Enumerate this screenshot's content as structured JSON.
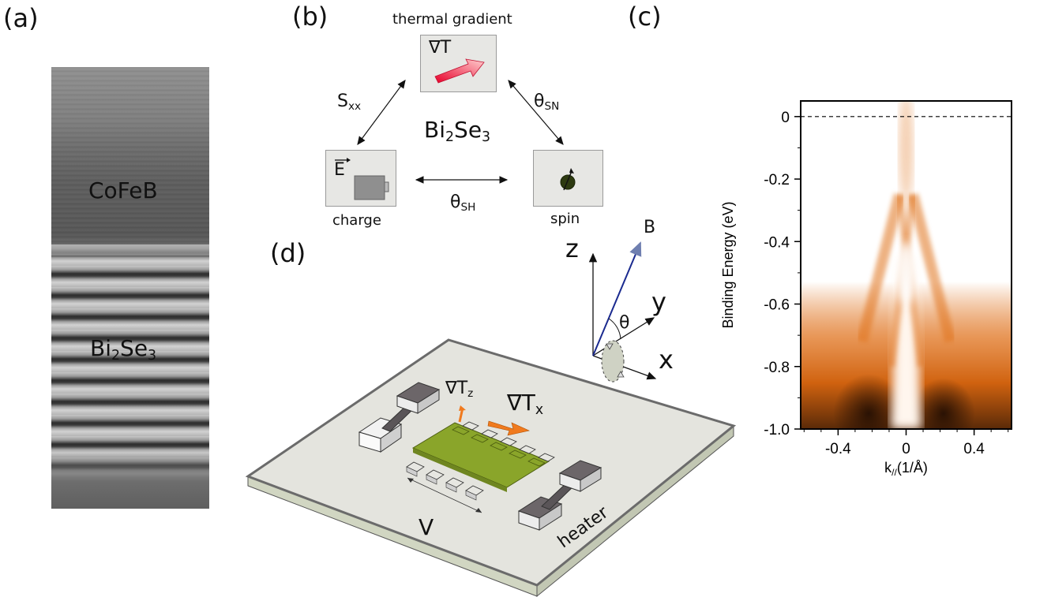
{
  "panels": {
    "a": "(a)",
    "b": "(b)",
    "c": "(c)",
    "d": "(d)"
  },
  "panel_a": {
    "layer_top": "CoFeB",
    "layer_bottom_main": "Bi",
    "layer_bottom_sub1": "2",
    "layer_bottom_mid": "Se",
    "layer_bottom_sub2": "3"
  },
  "panel_b": {
    "thermal_label": "thermal gradient",
    "thermal_symbol": "∇T",
    "charge_label": "charge",
    "charge_symbol": "E",
    "spin_label": "spin",
    "center_main": "Bi",
    "center_sub1": "2",
    "center_mid": "Se",
    "center_sub2": "3",
    "sxx_main": "S",
    "sxx_sub": "xx",
    "theta_sn_main": "θ",
    "theta_sn_sub": "SN",
    "theta_sh_main": "θ",
    "theta_sh_sub": "SH"
  },
  "panel_d": {
    "axis_z": "z",
    "axis_y": "y",
    "axis_x": "x",
    "axis_b": "B",
    "angle": "θ",
    "grad_z_main": "∇T",
    "grad_z_sub": "z",
    "grad_x_main": "∇T",
    "grad_x_sub": "x",
    "voltage": "V",
    "heater": "heater"
  },
  "chart_data": {
    "type": "heatmap",
    "xlabel_main": "k",
    "xlabel_sub": "//",
    "xlabel_unit": "(1/Å)",
    "ylabel": "Binding Energy (eV)",
    "xlim": [
      -0.62,
      0.62
    ],
    "ylim": [
      -1.0,
      0.05
    ],
    "xticks": [
      -0.4,
      0,
      0.4
    ],
    "xtick_labels": [
      "-0.4",
      "0",
      "0.4"
    ],
    "yticks": [
      0,
      -0.2,
      -0.4,
      -0.6,
      -0.8,
      -1.0
    ],
    "ytick_labels": [
      "0",
      "-0.2",
      "-0.4",
      "-0.6",
      "-0.8",
      "-1.0"
    ],
    "reference_line_y": 0,
    "colors": {
      "intensity": "#e0731e"
    }
  }
}
